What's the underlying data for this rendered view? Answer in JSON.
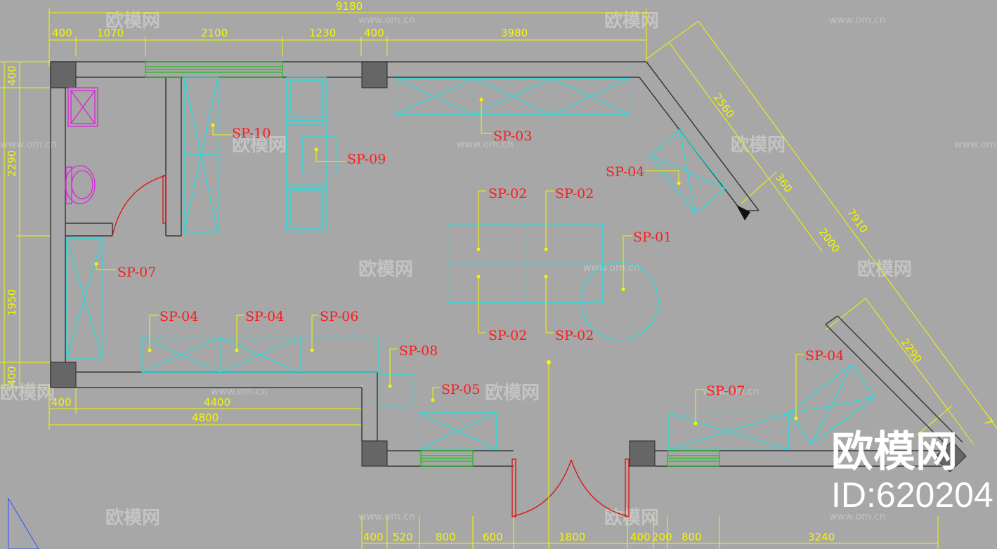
{
  "dimensions": {
    "top_total": "9180",
    "top": [
      "400",
      "1070",
      "2100",
      "1230",
      "400",
      "3980"
    ],
    "left": [
      "400",
      "2290",
      "1950",
      "400"
    ],
    "bottom_left": [
      "400",
      "4400",
      "4800"
    ],
    "bottom": [
      "400",
      "520",
      "800",
      "600",
      "1800",
      "400",
      "200",
      "800",
      "3240"
    ],
    "diagonal": [
      "2560",
      "360",
      "7910",
      "2000",
      "2290",
      "7"
    ]
  },
  "labels": {
    "sp01": "SP-01",
    "sp02": "SP-02",
    "sp03": "SP-03",
    "sp04": "SP-04",
    "sp05": "SP-05",
    "sp06": "SP-06",
    "sp07": "SP-07",
    "sp08": "SP-08",
    "sp09": "SP-09",
    "sp10": "SP-10"
  },
  "watermark": {
    "brand": "欧模网",
    "url": "www.om.cn",
    "id": "ID:620204"
  },
  "colors": {
    "background": "#a7a7a7",
    "wall": "#3a3a3a",
    "column": "#666666",
    "dimension": "#f6f600",
    "furniture": "#19e0e0",
    "label": "#ff1a1a",
    "window": "#22bb22",
    "fixture": "#e020e0",
    "door": "#e01010"
  }
}
